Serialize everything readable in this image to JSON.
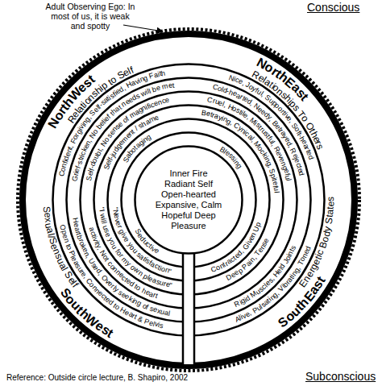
{
  "diagram": {
    "nodes": [
      {
        "text": [
          "Inner Fire Radiant Self Open-hearted Expansive, Calm Hopeful Deep Pleasure"
        ]
      }
    ],
    "labels": [
      "Adult Observing Ego: In most of us, it is weak and spotty",
      "Conscious",
      "NorthWest",
      "Relationship to Self",
      "Confident, Forgiving, Self-satisfied, Having Faith",
      "Grief-stricken, No belief that needs will be met",
      "Self-doubt, No sense of magnificence",
      "Self-judgement / shame",
      "Sabotaging",
      "NorthEast",
      "Relationships To Others",
      "Nice, Joyful, Supportive, Soft-hearted",
      "Cold-hearted, Needy, Betrayed, Rejected",
      "Cruel, Hostile, Mistrustful, Revengeful",
      "Betraying, Cynical, Mocking, Spiteful",
      "Blessing",
      "SouthWest",
      "Sexual/Sensual Self",
      "Open to Pleasure, Connected to Heart & Pelvis",
      "Heartbroken, Used, Overly seeking of sexual",
      "activity, Not connected to heart",
      "\"I will use you for my own pleasure\"",
      "\"Never give you satisfaction\"",
      "Seductive",
      "SouthEast",
      "Energetic Body States",
      "Alive, Pulsating, Vibrating, Toned",
      "Rigid Muscles, Held Joints",
      "Deep Pain, Tense",
      "Contracted, Given Up",
      "Subconscious",
      "Reference: Outside circle lecture, B. Shapiro, 2002"
    ]
  }
}
